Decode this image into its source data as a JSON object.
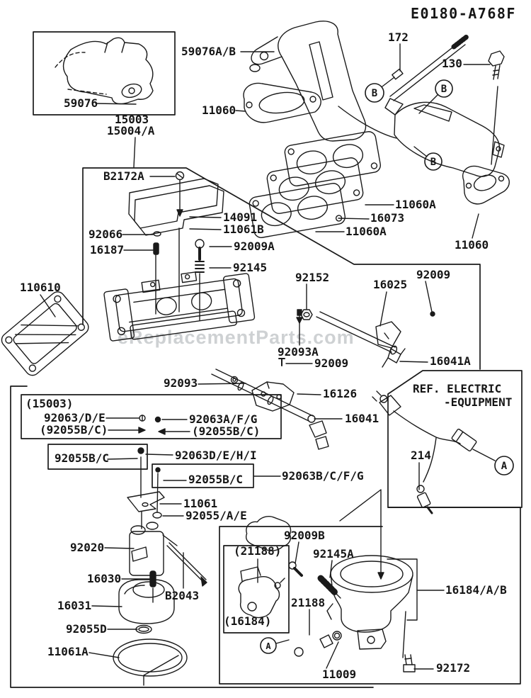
{
  "diagram_id": "E0180-A768F",
  "watermark": "eReplacementParts.com",
  "ref_note": {
    "line1": "REF. ELECTRIC",
    "line2": "-EQUIPMENT"
  },
  "markers": {
    "a": "A",
    "b": "B"
  },
  "callouts": [
    "172",
    "130",
    "59076A/B",
    "11060",
    "59076",
    "15003",
    "15004/A",
    "B2172A",
    "14091",
    "11061B",
    "92066",
    "16187",
    "92009A",
    "92145",
    "110610",
    "92152",
    "16025",
    "92009",
    "11060A",
    "16073",
    "11060A",
    "11060",
    "92093A",
    "92009",
    "92093",
    "16126",
    "16041A",
    "16041",
    "214",
    "(15003)",
    "92063/D/E",
    "(92055B/C)",
    "92063A/F/G",
    "(92055B/C)",
    "92055B/C",
    "92063D/E/H/I",
    "92055B/C",
    "92063B/C/F/G",
    "11061",
    "92055/A/E",
    "92020",
    "16030",
    "B2043",
    "16031",
    "92055D",
    "11061A",
    "92009B",
    "92145A",
    "(21188)",
    "(16184)",
    "21188",
    "11009",
    "92172",
    "16184/A/B"
  ]
}
